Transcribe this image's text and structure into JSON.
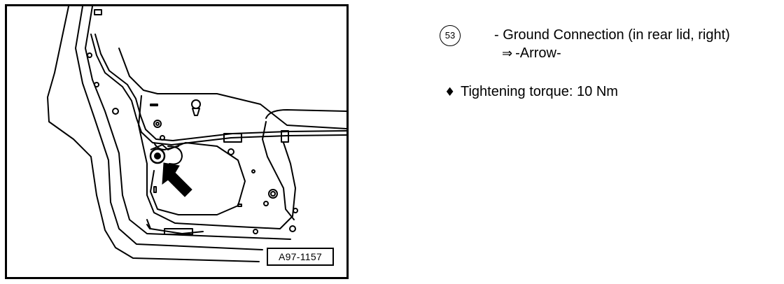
{
  "figure": {
    "label": "A97-1157"
  },
  "legend": {
    "item_number": "53",
    "item_text": "- Ground Connection (in rear lid, right)",
    "item_sub_icon": "double-arrow-right",
    "item_sub_text": "-Arrow-",
    "note_icon": "diamond-bullet",
    "note_text": "Tightening torque: 10 Nm"
  }
}
